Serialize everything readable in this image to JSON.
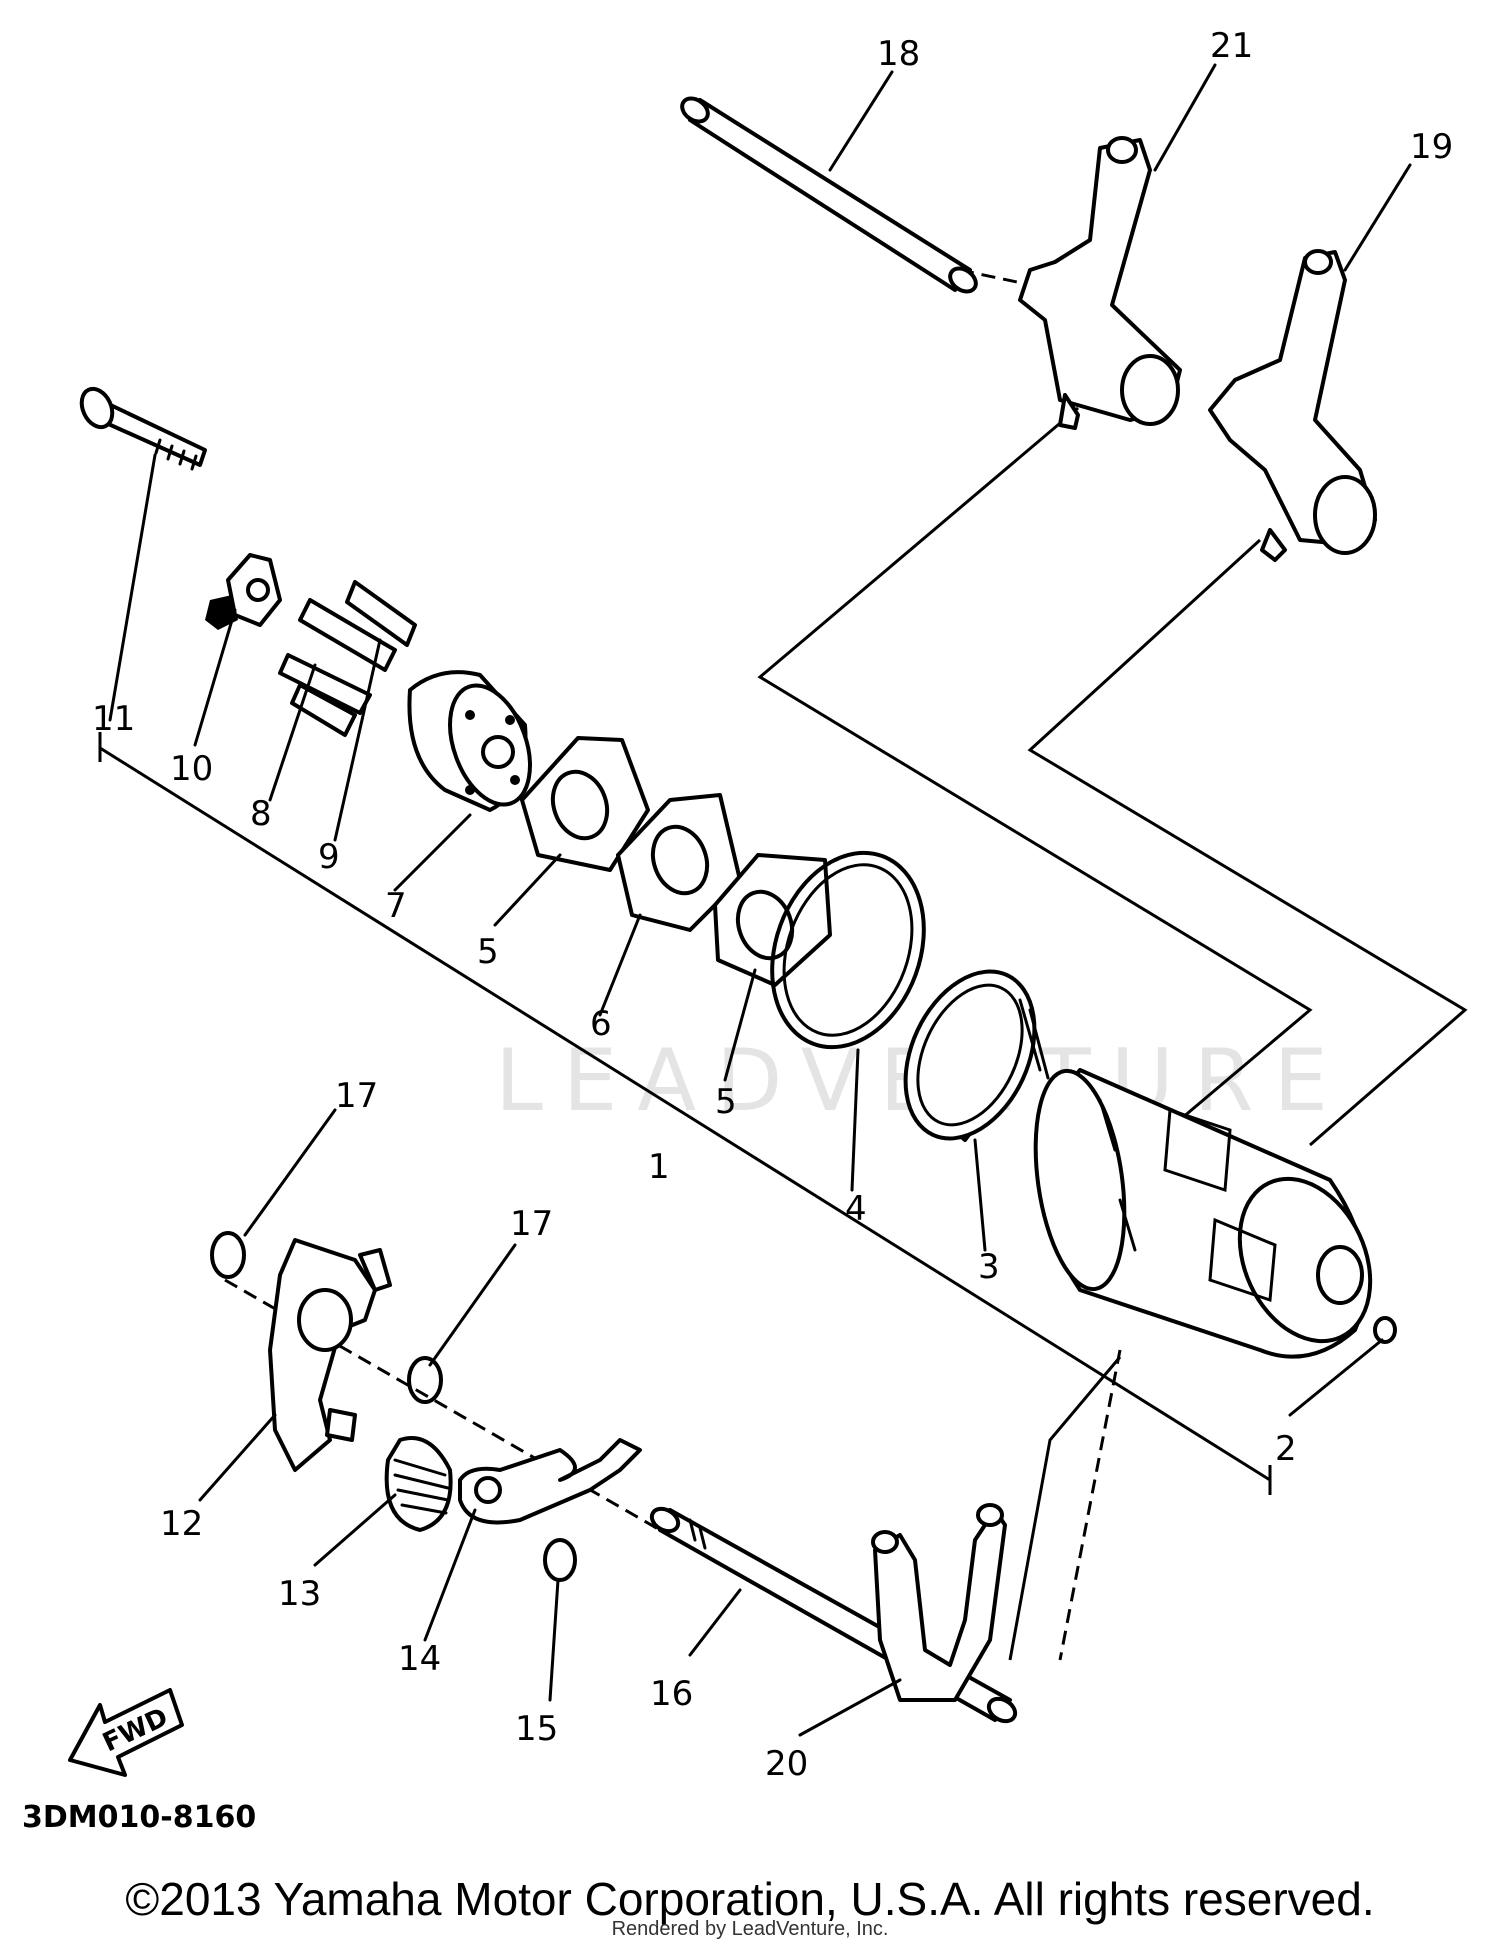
{
  "watermark": "LEADVENTURE",
  "diagram_code": "3DM010-8160",
  "fwd_label": "FWD",
  "copyright": "©2013 Yamaha Motor Corporation, U.S.A. All rights reserved.",
  "rendered_by": "Rendered by LeadVenture, Inc.",
  "callouts": {
    "p1": "1",
    "p2": "2",
    "p3": "3",
    "p4": "4",
    "p5a": "5",
    "p5b": "5",
    "p6": "6",
    "p7": "7",
    "p8": "8",
    "p9": "9",
    "p10": "10",
    "p11": "11",
    "p12": "12",
    "p13": "13",
    "p14": "14",
    "p15": "15",
    "p16": "16",
    "p17a": "17",
    "p17b": "17",
    "p18": "18",
    "p19": "19",
    "p20": "20",
    "p21": "21"
  }
}
